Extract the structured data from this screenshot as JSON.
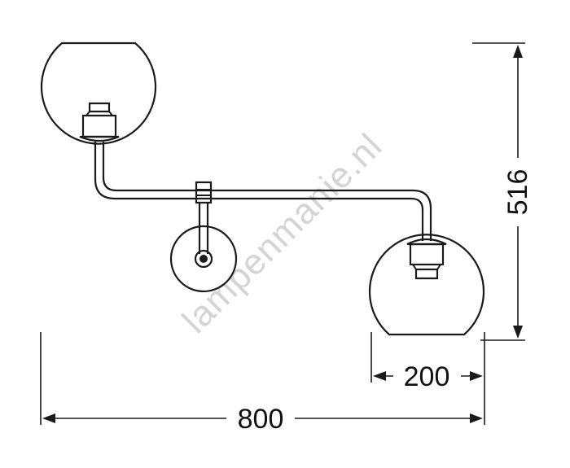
{
  "watermark": "lampenmanie.nl",
  "dimensions": {
    "overall_width": "800",
    "globe_diameter": "200",
    "overall_height": "516"
  },
  "colors": {
    "line": "#1a1a1a",
    "watermark": "#d4d4d4",
    "background": "#ffffff"
  }
}
